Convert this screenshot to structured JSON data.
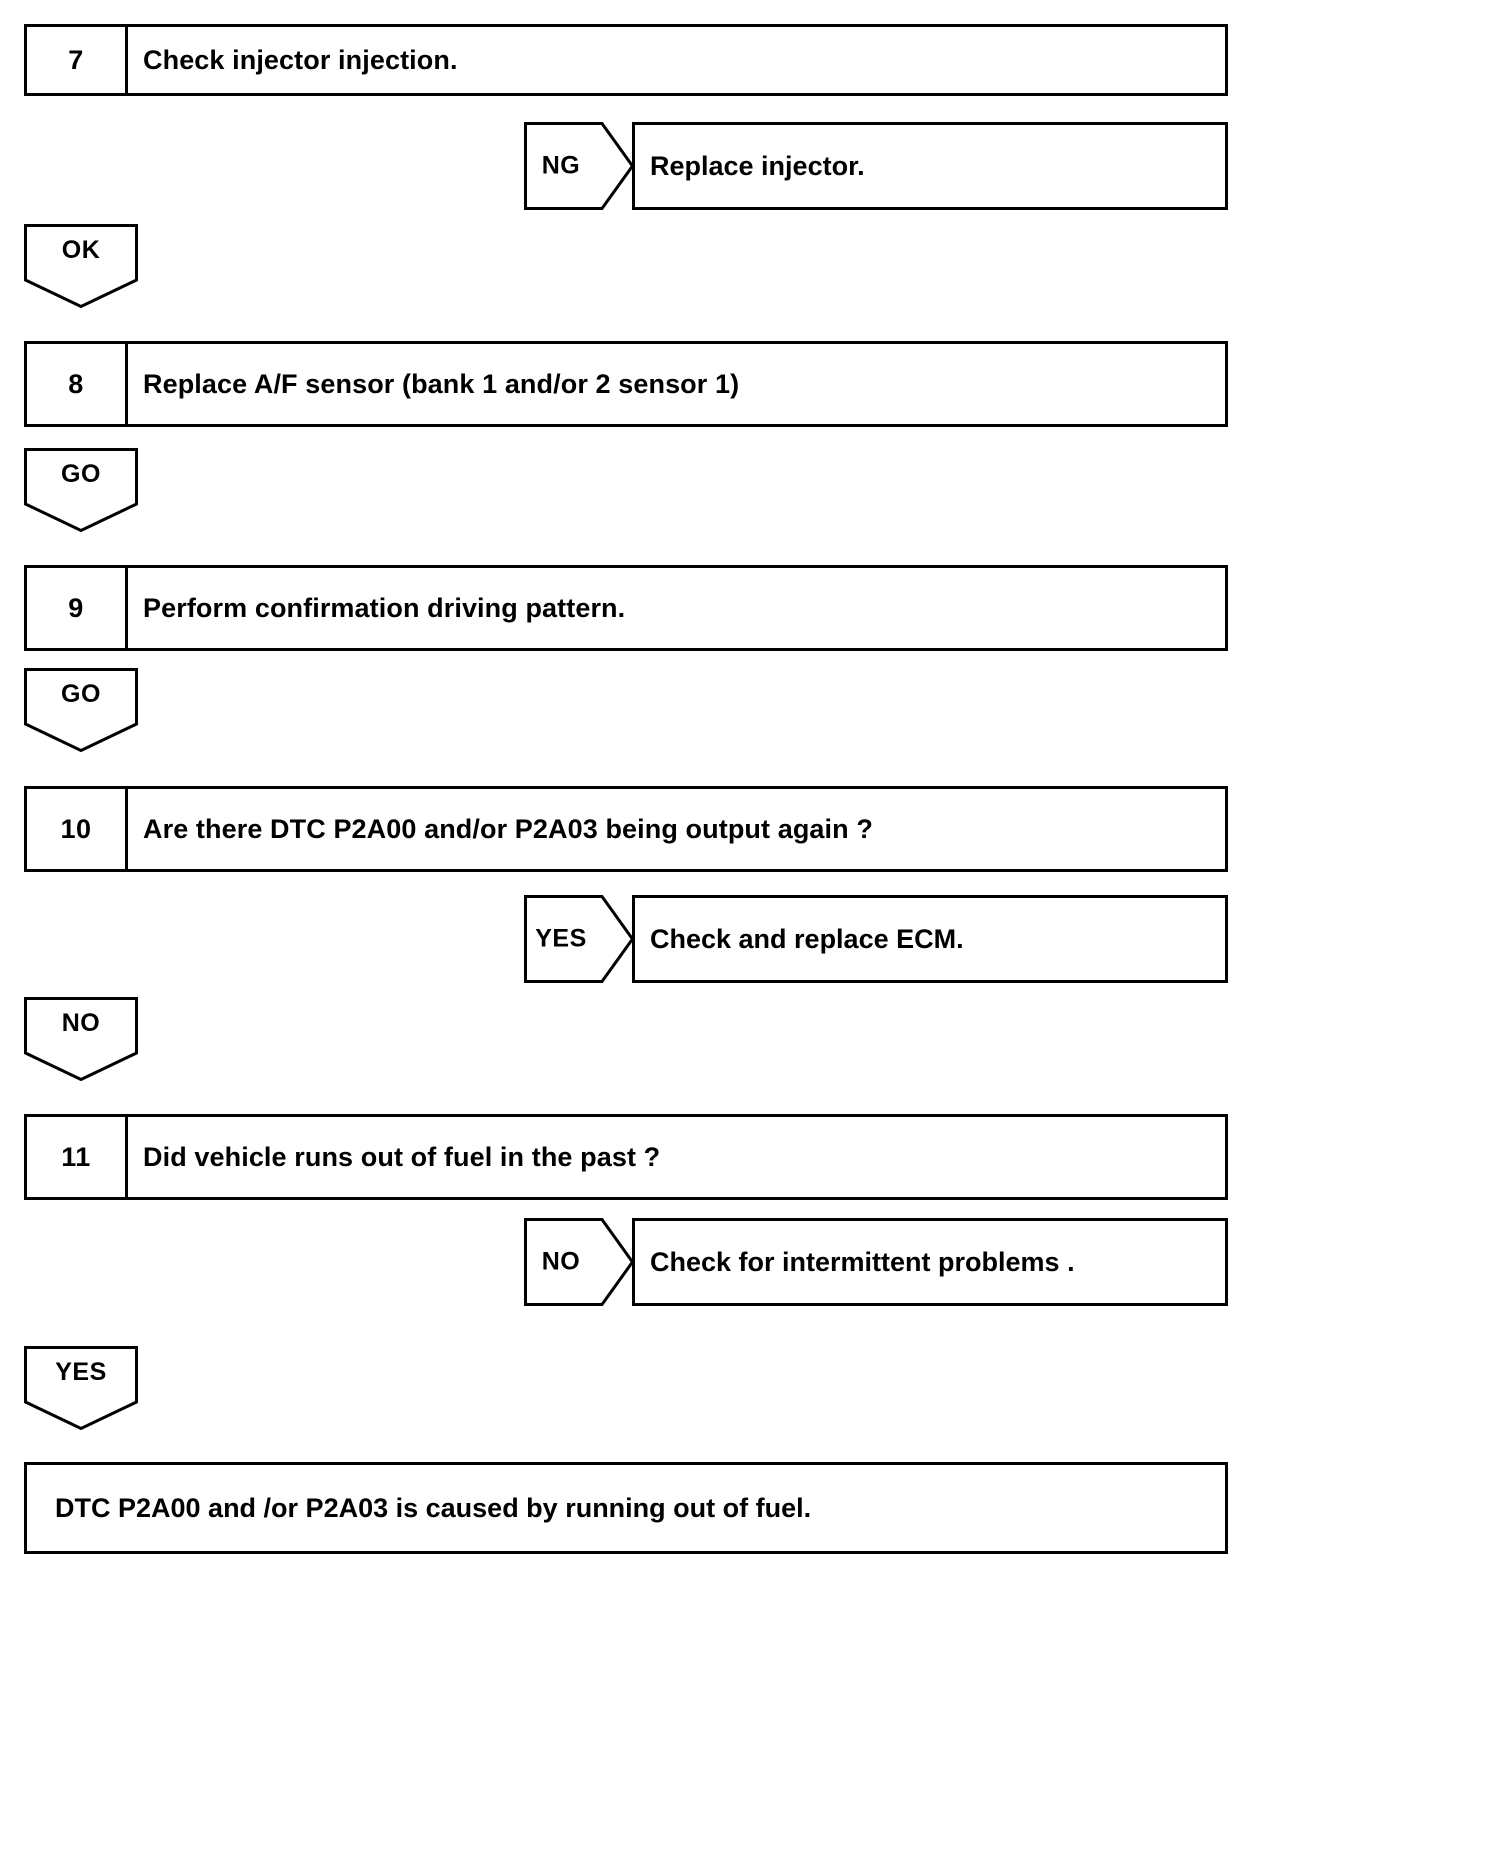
{
  "document": {
    "type": "diagnostic-troubleshooting-flowchart",
    "title": "",
    "line_color": "#000000",
    "background_color": "#ffffff"
  },
  "steps": [
    {
      "number": "7",
      "text": "Check injector injection.",
      "branch_label": "NG",
      "branch_result": "Replace injector.",
      "continue_label": "OK"
    },
    {
      "number": "8",
      "text": "Replace A/F sensor (bank 1 and/or 2 sensor 1)",
      "branch_label": "",
      "branch_result": "",
      "continue_label": "GO"
    },
    {
      "number": "9",
      "text": "Perform confirmation driving pattern.",
      "branch_label": "",
      "branch_result": "",
      "continue_label": "GO"
    },
    {
      "number": "10",
      "text": "Are there DTC P2A00 and/or P2A03 being output again ?",
      "branch_label": "YES",
      "branch_result": "Check and replace ECM.",
      "continue_label": "NO"
    },
    {
      "number": "11",
      "text": "Did vehicle runs out of fuel in the past ?",
      "branch_label": "NO",
      "branch_result": "Check for intermittent problems .",
      "continue_label": "YES"
    }
  ],
  "conclusion": {
    "text": "DTC P2A00 and /or P2A03 is caused by running out of fuel."
  }
}
